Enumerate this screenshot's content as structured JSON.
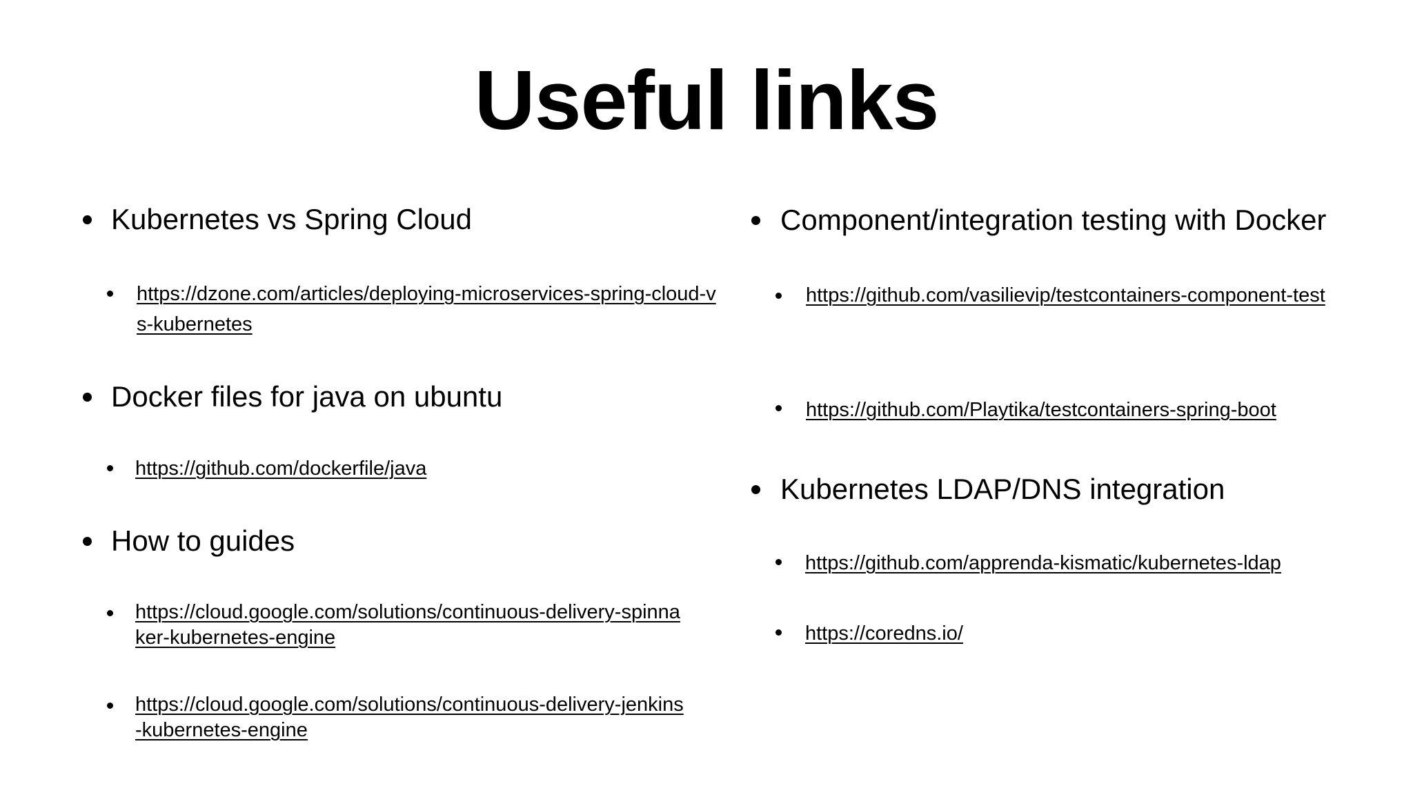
{
  "title": "Useful links",
  "left_column": {
    "sections": [
      {
        "heading": "Kubernetes vs Spring Cloud",
        "links": [
          "https://dzone.com/articles/deploying-microservices-spring-cloud-vs-kubernetes"
        ]
      },
      {
        "heading": "Docker files for java on ubuntu",
        "links": [
          "https://github.com/dockerfile/java"
        ]
      },
      {
        "heading": "How to guides",
        "links": [
          "https://cloud.google.com/solutions/continuous-delivery-spinnaker-kubernetes-engine",
          "https://cloud.google.com/solutions/continuous-delivery-jenkins-kubernetes-engine"
        ]
      }
    ]
  },
  "right_column": {
    "sections": [
      {
        "heading": "Component/integration testing with Docker",
        "links": [
          "https://github.com/vasilievip/testcontainers-component-test",
          "https://github.com/Playtika/testcontainers-spring-boot"
        ]
      },
      {
        "heading": "Kubernetes LDAP/DNS integration",
        "links": [
          "https://github.com/apprenda-kismatic/kubernetes-ldap",
          "https://coredns.io/"
        ]
      }
    ]
  }
}
